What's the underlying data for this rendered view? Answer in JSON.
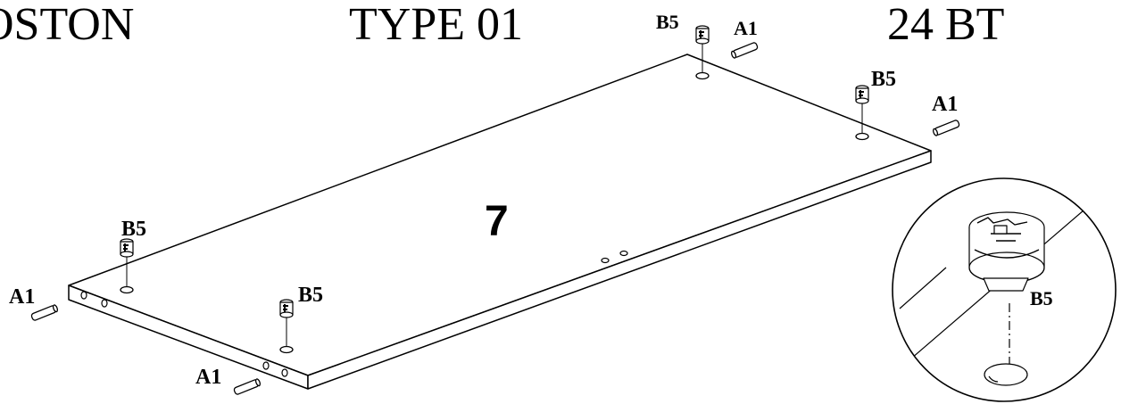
{
  "header": {
    "model": "OSTON",
    "type": "TYPE 01",
    "size": "24 BT"
  },
  "panel": {
    "number": "7"
  },
  "labels": {
    "a1": "A1",
    "b5": "B5"
  },
  "colors": {
    "line": "#000000",
    "background": "#ffffff"
  },
  "icons": [
    "dowel-icon",
    "cam-lock-icon",
    "detail-magnifier-icon"
  ]
}
